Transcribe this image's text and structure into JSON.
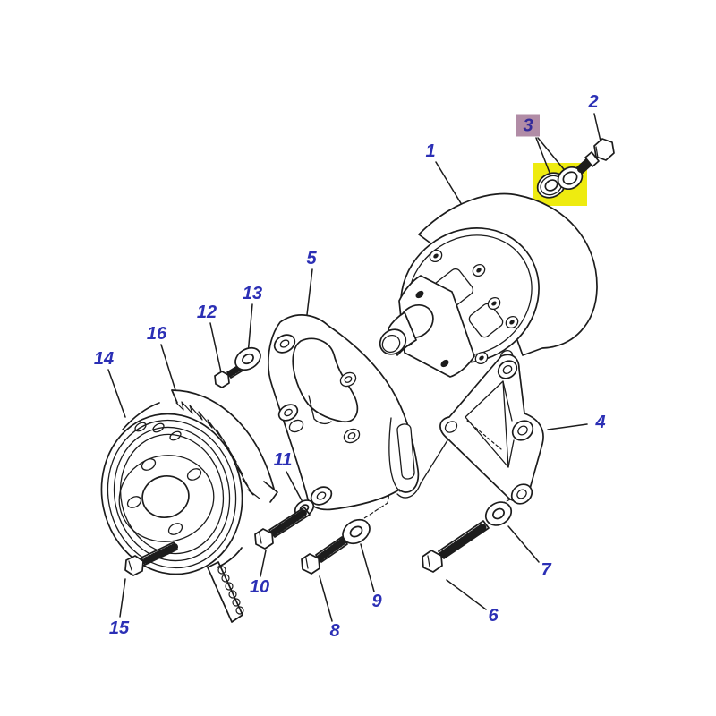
{
  "diagram": {
    "type": "exploded-parts-diagram",
    "highlighted_callout": "3",
    "colors": {
      "background": "#ffffff",
      "line": "#1c1c1c",
      "callout_text": "#2b2fb5",
      "washer_highlight": "#eeeb10",
      "callout_box": "#b18ca6"
    },
    "callouts": [
      {
        "label": "1"
      },
      {
        "label": "2"
      },
      {
        "label": "3"
      },
      {
        "label": "4"
      },
      {
        "label": "5"
      },
      {
        "label": "6"
      },
      {
        "label": "7"
      },
      {
        "label": "8"
      },
      {
        "label": "9"
      },
      {
        "label": "10"
      },
      {
        "label": "11"
      },
      {
        "label": "12"
      },
      {
        "label": "13"
      },
      {
        "label": "14"
      },
      {
        "label": "15"
      },
      {
        "label": "16"
      }
    ]
  }
}
